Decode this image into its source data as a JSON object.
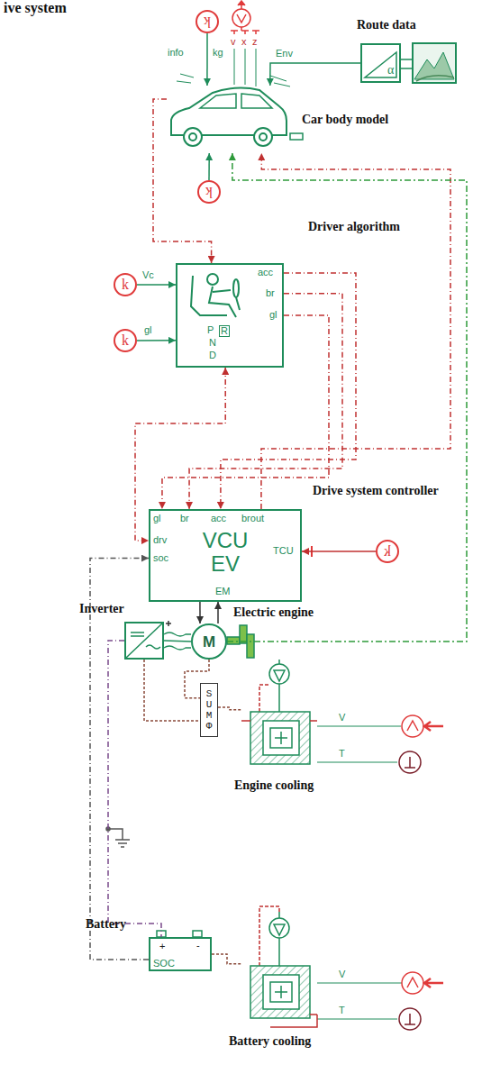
{
  "diagram": {
    "title": "ive system",
    "nodes": [
      {
        "text": [
          "k"
        ]
      },
      {
        "text": [
          "Route data"
        ]
      },
      {
        "text": [
          "Car body model"
        ]
      },
      {
        "text": [
          "k"
        ]
      },
      {
        "text": [
          "Driver algorithm"
        ]
      },
      {
        "text": [
          "k"
        ]
      },
      {
        "text": [
          "k"
        ]
      },
      {
        "text": [
          "Drive system controller",
          "VCU EV"
        ]
      },
      {
        "text": [
          "k"
        ]
      },
      {
        "text": [
          "Inverter"
        ]
      },
      {
        "text": [
          "Electric engine",
          "M"
        ]
      },
      {
        "text": [
          "SUM Φ"
        ]
      },
      {
        "text": [
          "Engine cooling"
        ]
      },
      {
        "text": [
          "Battery"
        ]
      },
      {
        "text": [
          "Battery cooling"
        ]
      }
    ],
    "edges": [
      {
        "from": 0,
        "to": 2,
        "arrow": "to"
      },
      {
        "from": 1,
        "to": 2,
        "arrow": "to"
      },
      {
        "from": 3,
        "to": 2,
        "arrow": "to"
      },
      {
        "from": 2,
        "to": 4,
        "arrow": "to"
      },
      {
        "from": 5,
        "to": 4,
        "arrow": "to"
      },
      {
        "from": 6,
        "to": 4,
        "arrow": "to"
      },
      {
        "from": 4,
        "to": 7,
        "arrow": "to"
      },
      {
        "from": 4,
        "to": 7,
        "arrow": "to"
      },
      {
        "from": 4,
        "to": 7,
        "arrow": "to"
      },
      {
        "from": 7,
        "to": 2,
        "arrow": "to"
      },
      {
        "from": 4,
        "to": 7,
        "arrow": "both"
      },
      {
        "from": 8,
        "to": 7,
        "arrow": "to"
      },
      {
        "from": 13,
        "to": 7,
        "arrow": "to"
      },
      {
        "from": 7,
        "to": 10,
        "arrow": "to"
      },
      {
        "from": 10,
        "to": 7,
        "arrow": "to"
      },
      {
        "from": 9,
        "to": 10,
        "arrow": "none"
      },
      {
        "from": 9,
        "to": 13,
        "arrow": "none"
      },
      {
        "from": 10,
        "to": 11,
        "arrow": "none"
      },
      {
        "from": 9,
        "to": 11,
        "arrow": "none"
      },
      {
        "from": 11,
        "to": 12,
        "arrow": "none"
      },
      {
        "from": 13,
        "to": 14,
        "arrow": "none"
      },
      {
        "from": 10,
        "to": 2,
        "arrow": "to"
      }
    ],
    "labels": [
      "info",
      "kg",
      "v",
      "x",
      "z",
      "Env",
      "α",
      "Vc",
      "gl",
      "acc",
      "br",
      "gl",
      "P",
      "R",
      "N",
      "D",
      "gl",
      "br",
      "acc",
      "brout",
      "drv",
      "soc",
      "TCU",
      "EM",
      "+",
      "-",
      "SOC",
      "V",
      "T",
      "V",
      "T"
    ]
  }
}
